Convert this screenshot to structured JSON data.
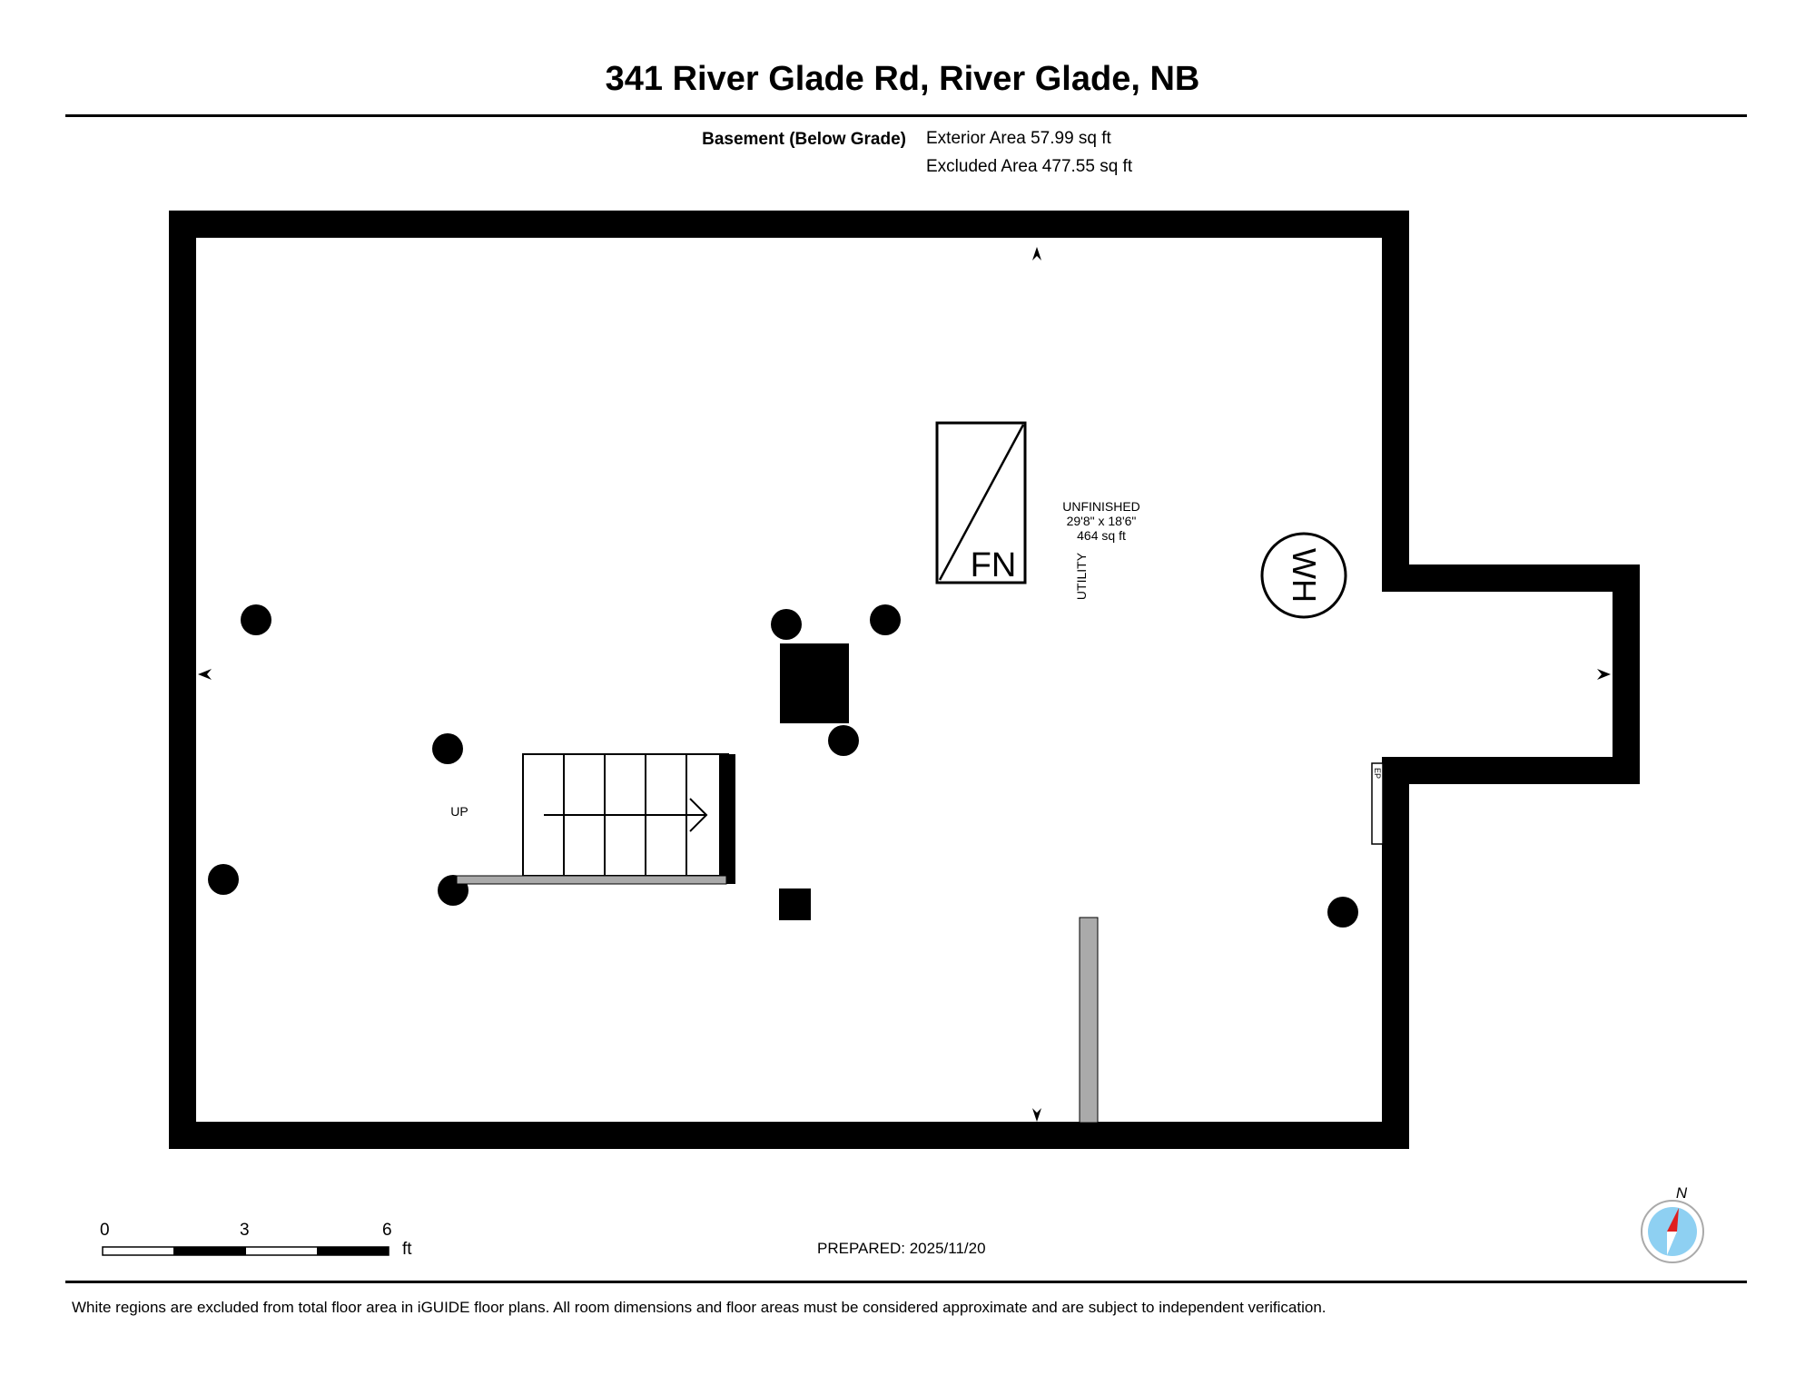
{
  "header": {
    "title": "341 River Glade Rd, River Glade, NB",
    "floor_label": "Basement (Below Grade)",
    "exterior_area": "Exterior Area 57.99 sq ft",
    "excluded_area": "Excluded Area 477.55 sq ft"
  },
  "room": {
    "name": "UNFINISHED",
    "dimensions": "29'8\" x 18'6\"",
    "area": "464 sq ft",
    "sublabel": "UTILITY"
  },
  "fixtures": {
    "furnace": "FN",
    "water_heater": "WH",
    "electrical_panel": "EP",
    "stairs_label": "UP"
  },
  "scale_bar": {
    "ticks": [
      "0",
      "3",
      "6"
    ],
    "unit": "ft"
  },
  "compass": {
    "label": "N"
  },
  "footer": {
    "prepared": "PREPARED: 2025/11/20",
    "disclaimer": "White regions are excluded from total floor area in iGUIDE floor plans. All room dimensions and floor areas must be considered approximate and are subject to independent verification."
  }
}
